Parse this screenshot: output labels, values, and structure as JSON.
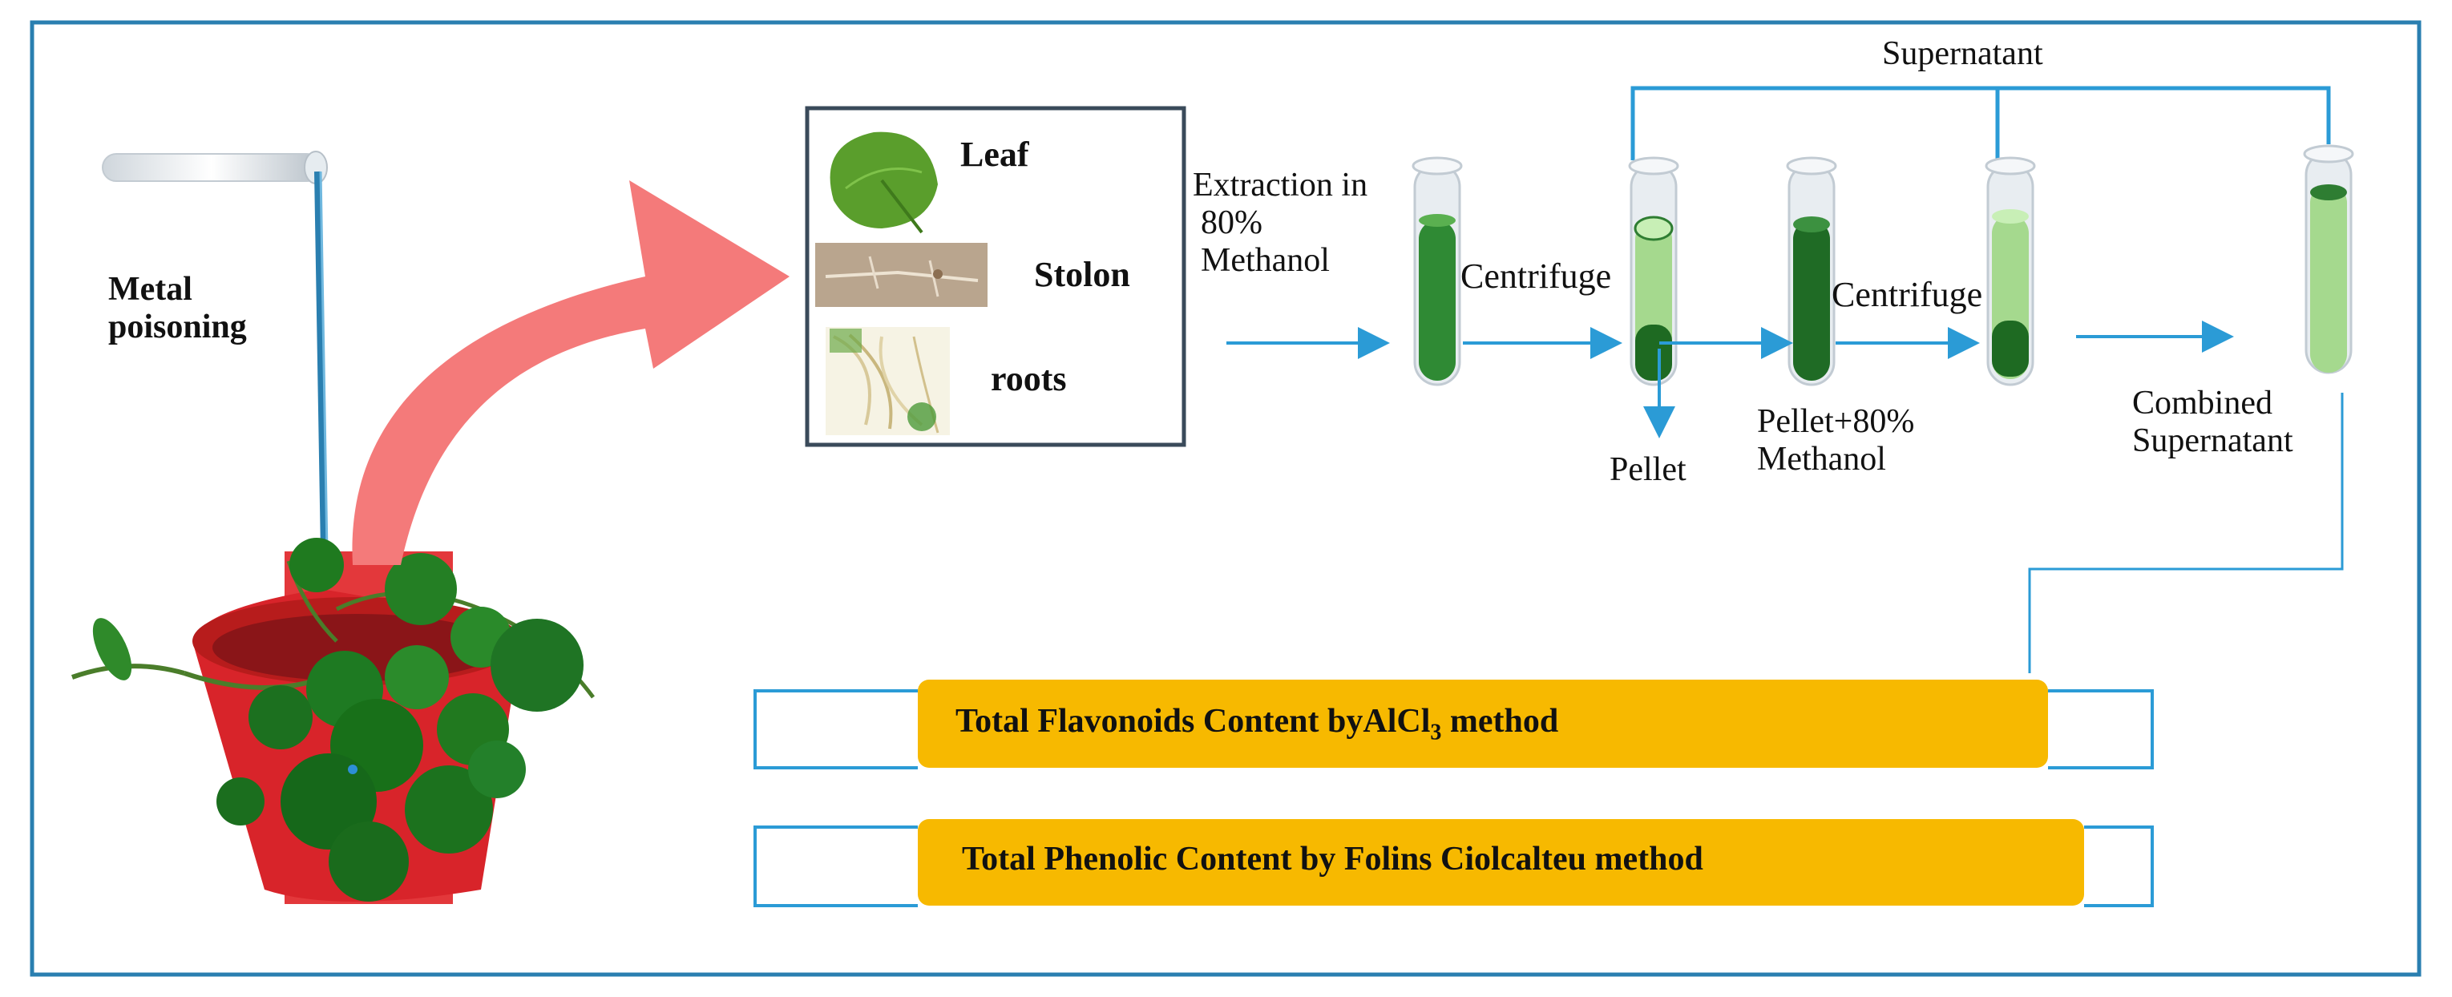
{
  "labels": {
    "metal_poisoning_1": "Metal",
    "metal_poisoning_2": "poisoning",
    "leaf": "Leaf",
    "stolon": "Stolon",
    "roots": "roots",
    "extraction_1": "Extraction in",
    "extraction_2": "80%",
    "extraction_3": "Methanol",
    "centrifuge_1": "Centrifuge",
    "centrifuge_2": "Centrifuge",
    "supernatant": "Supernatant",
    "pellet": "Pellet",
    "pellet_methanol_1": "Pellet+80%",
    "pellet_methanol_2": "Methanol",
    "combined_1": "Combined",
    "combined_2": "Supernatant"
  },
  "banners": {
    "flavonoids_main": "Total Flavonoids Content byAlCl",
    "flavonoids_sub": "3",
    "flavonoids_tail": " method",
    "phenolic": "Total Phenolic Content by Folins Ciolcalteu method"
  },
  "colors": {
    "frame": "#2a7fb0",
    "arrow_blue": "#2b9bd6",
    "big_arrow": "#f47a7a",
    "banner_fill": "#f7b900",
    "bracket": "#2b9bd6",
    "dark_green": "#2e7d32",
    "mid_green": "#3f9a44",
    "light_green": "#a5d98e"
  }
}
